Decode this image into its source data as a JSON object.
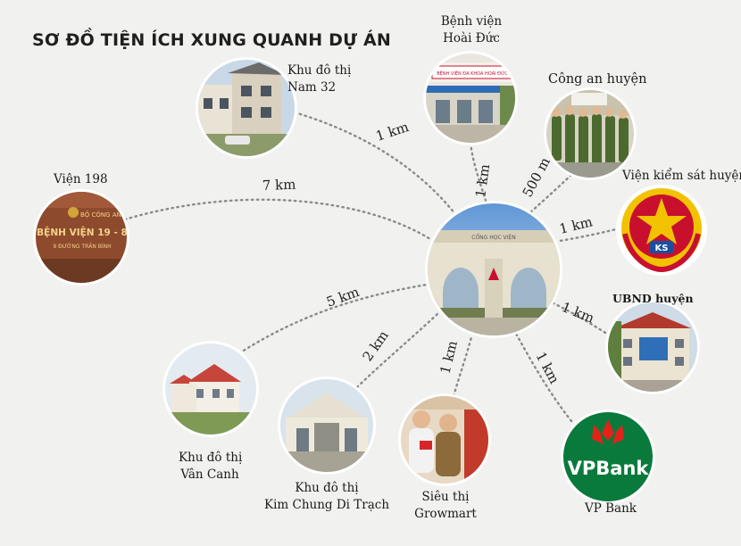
{
  "title": "SƠ ĐỒ TIỆN ÍCH XUNG QUANH DỰ ÁN",
  "center": {
    "name": "project-gate",
    "sign_text": "CỔNG HỌC VIỆN"
  },
  "amenities": [
    {
      "id": "khu-do-thi-nam-32",
      "lines": [
        "Khu đô thị",
        "Nam 32"
      ],
      "distance": "1 km",
      "icon": "residential-buildings-icon"
    },
    {
      "id": "benh-vien-hoai-duc",
      "lines": [
        "Bệnh viện",
        "Hoài Đức"
      ],
      "distance": "1 km",
      "icon": "hospital-icon",
      "sign_text": "BỆNH VIỆN ĐA KHOA HOÀI ĐỨC"
    },
    {
      "id": "cong-an-huyen",
      "lines": [
        "Công an huyện"
      ],
      "distance": "500 m",
      "icon": "police-icon"
    },
    {
      "id": "vien-kiem-sat-huyen",
      "lines": [
        "Viện kiểm sát huyện"
      ],
      "distance": "1 km",
      "icon": "procuracy-emblem-icon",
      "emblem_text": "KS"
    },
    {
      "id": "ubnd-huyen",
      "lines": [
        "UBND huyện"
      ],
      "distance": "1 km",
      "icon": "government-building-icon"
    },
    {
      "id": "vp-bank",
      "lines": [
        "VP Bank"
      ],
      "distance": "1 km",
      "icon": "vpbank-logo-icon",
      "logo_text": "VPBank"
    },
    {
      "id": "sieu-thi-growmart",
      "lines": [
        "Siêu thị",
        "Growmart"
      ],
      "distance": "1 km",
      "icon": "supermarket-icon"
    },
    {
      "id": "khu-do-thi-kim-chung",
      "lines": [
        "Khu đô thị",
        "Kim Chung Di Trạch"
      ],
      "distance": "2 km",
      "icon": "gate-building-icon"
    },
    {
      "id": "khu-do-thi-van-canh",
      "lines": [
        "Khu đô thị",
        "Vân Canh"
      ],
      "distance": "5 km",
      "icon": "villa-icon"
    },
    {
      "id": "vien-198",
      "lines": [
        "Viện 198"
      ],
      "distance": "7 km",
      "icon": "hospital-sign-icon",
      "sign_lines": [
        "BỘ CÔNG AN",
        "BỆNH VIỆN 19 - 8",
        "9 ĐƯỜNG TRẦN BÌNH"
      ]
    }
  ],
  "colors": {
    "background": "#f1f1ef",
    "line": "#8a8a8a",
    "vpbank_green": "#0a7a3c",
    "vpbank_red": "#e2231a",
    "emblem_red": "#c8102e",
    "emblem_gold": "#f2c200"
  }
}
